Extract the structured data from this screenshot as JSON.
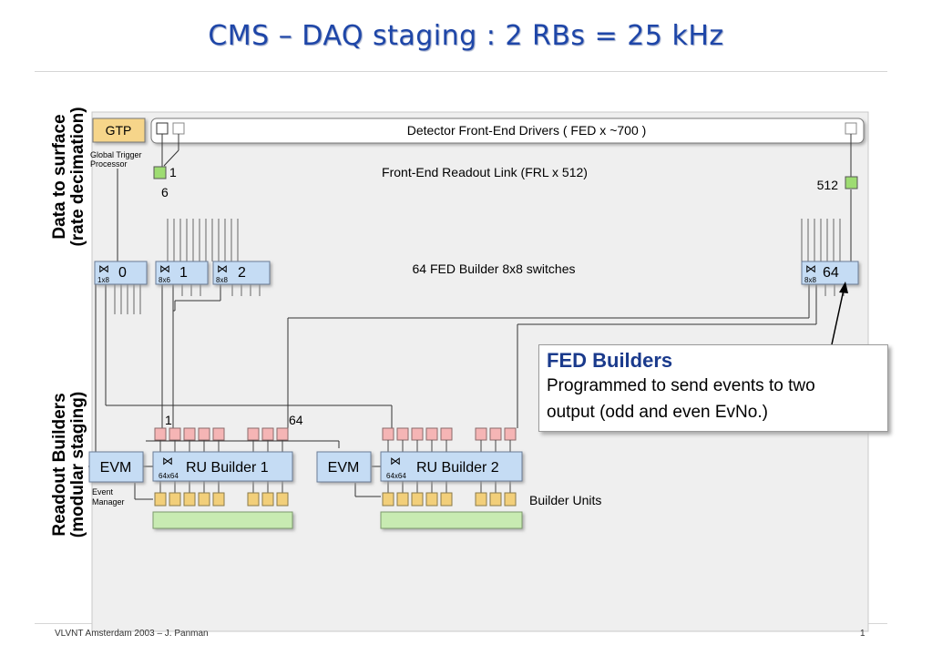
{
  "slide": {
    "title": "CMS – DAQ staging : 2 RBs = 25 kHz",
    "left_labels": {
      "top": [
        "Data to surface",
        "(rate decimation)"
      ],
      "bottom": [
        "Readout Builders",
        "(modular staging)"
      ]
    },
    "footer": {
      "left": "VLVNT Amsterdam 2003 – J. Panman",
      "page": "1"
    }
  },
  "diagram": {
    "gtp": {
      "label": "GTP",
      "caption": [
        "Global Trigger",
        "Processor"
      ]
    },
    "fed_bar": "Detector Front-End Drivers ( FED x ~700 )",
    "frl": {
      "label": "Front-End Readout Link (FRL x 512)",
      "first": "1",
      "first_extra": "6",
      "last": "512"
    },
    "fed_builder_label": "64 FED Builder 8x8 switches",
    "switches": [
      {
        "num": "0",
        "sub": "1x8"
      },
      {
        "num": "1",
        "sub": "8x6"
      },
      {
        "num": "2",
        "sub": "8x8"
      },
      {
        "num": "64",
        "sub": "8x8"
      }
    ],
    "ru_builders": [
      {
        "label": "RU Builder 1",
        "sub": "64x64",
        "evm": "EVM"
      },
      {
        "label": "RU Builder 2",
        "sub": "64x64",
        "evm": "EVM"
      }
    ],
    "ru_port_first": "1",
    "ru_port_last": "64",
    "event_manager_caption": [
      "Event",
      "Manager"
    ],
    "builder_units_label": "Builder Units",
    "colors": {
      "frl_green": "#9edc72",
      "ru_pink": "#f5b5b5",
      "bu_yellow": "#f2cf7a",
      "blue_box": "#c5dcf4",
      "gtp_fill": "#f6d58a",
      "title_blue": "#1e46a8"
    }
  },
  "callout": {
    "title": "FED Builders",
    "lines": [
      "Programmed to send events to two",
      "output (odd and even EvNo.)"
    ]
  }
}
